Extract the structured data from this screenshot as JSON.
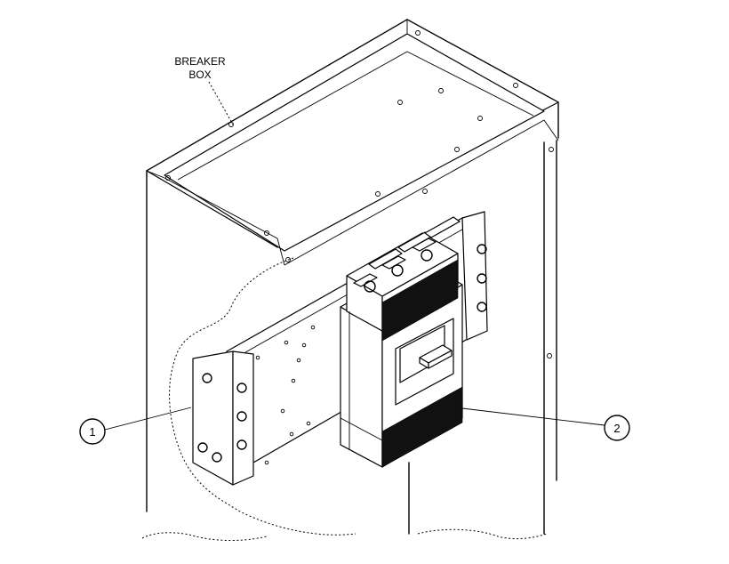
{
  "labels": {
    "breaker_box_line1": "BREAKER",
    "breaker_box_line2": "BOX"
  },
  "callouts": [
    {
      "number": "1"
    },
    {
      "number": "2"
    }
  ]
}
